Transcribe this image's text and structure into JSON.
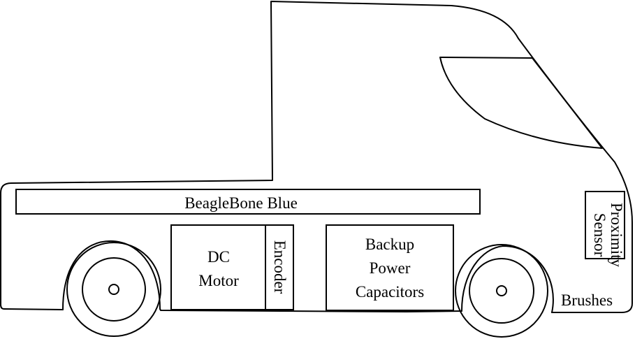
{
  "components": {
    "beaglebone": "BeagleBone Blue",
    "dc_motor": [
      "DC",
      "Motor"
    ],
    "encoder": "Encoder",
    "backup_caps": [
      "Backup",
      "Power",
      "Capacitors"
    ],
    "proximity_sensor": [
      "Proximity",
      "Sensor"
    ],
    "brushes": "Brushes"
  },
  "colors": {
    "stroke": "#000000",
    "background": "#ffffff"
  }
}
